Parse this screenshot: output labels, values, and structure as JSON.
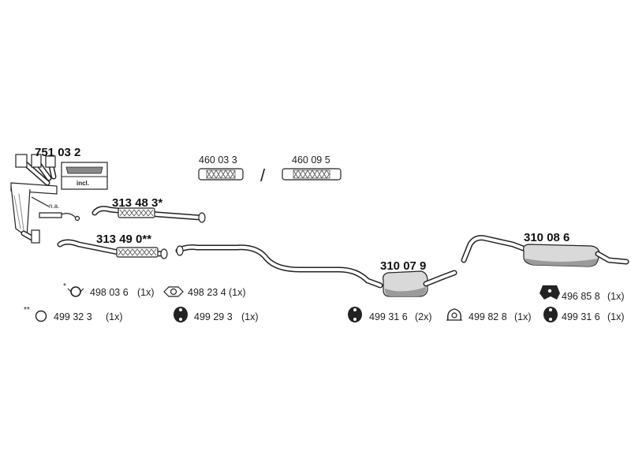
{
  "labels": {
    "manifold": "751 03 2",
    "incl": "incl.",
    "na": "n.a.",
    "front_pipe_a": "313 48 3*",
    "front_pipe_b": "313 49 0**",
    "flex_1": "460 03 3",
    "separator": "/",
    "flex_2": "460 09 5",
    "middle_silencer": "310 07 9",
    "rear_silencer": "310 08 6"
  },
  "parts": [
    {
      "marker": "*",
      "number": "498 03 6",
      "qty": "(1x)",
      "icon": "ring-clamp-icon"
    },
    {
      "marker": "",
      "number": "498 23 4",
      "qty": "(1x)",
      "icon": "gasket-icon"
    },
    {
      "marker": "**",
      "number": "499 32 3",
      "qty": "(1x)",
      "icon": "o-ring-icon"
    },
    {
      "marker": "",
      "number": "499 29 3",
      "qty": "(1x)",
      "icon": "rubber-mount-icon"
    },
    {
      "marker": "",
      "number": "499 31 6",
      "qty": "(2x)",
      "icon": "rubber-mount-icon"
    },
    {
      "marker": "",
      "number": "499 82 8",
      "qty": "(1x)",
      "icon": "flange-gasket-icon"
    },
    {
      "marker": "",
      "number": "496 85 8",
      "qty": "(1x)",
      "icon": "hanger-icon"
    },
    {
      "marker": "",
      "number": "499 31 6",
      "qty": "(1x)",
      "icon": "rubber-mount-icon"
    }
  ]
}
